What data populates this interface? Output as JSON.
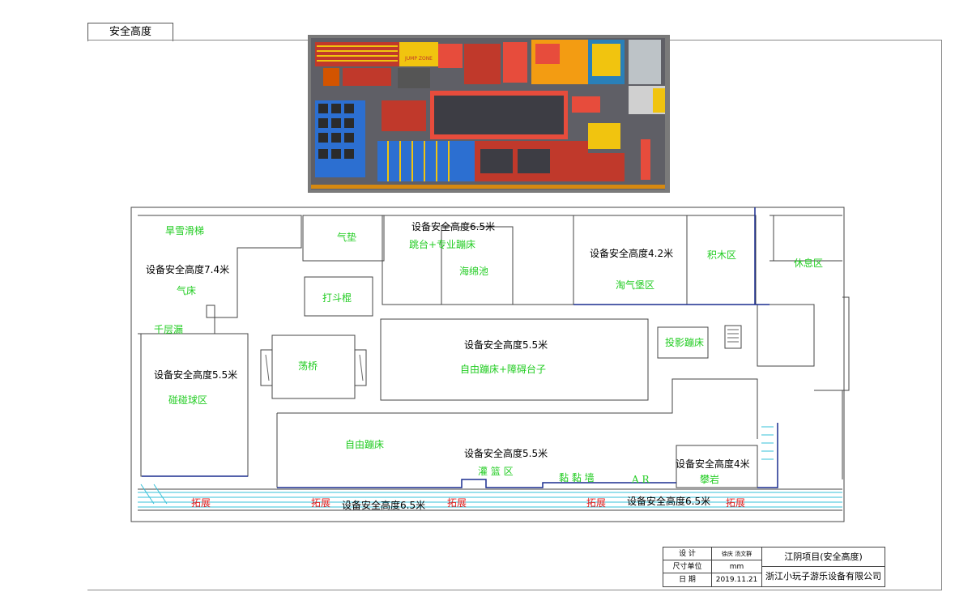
{
  "sheet_title": "安全高度",
  "zones": {
    "han_xue_hua_ti": "旱雪滑梯",
    "qi_dian": "气垫",
    "tiao_tai": "跳台+专业蹦床",
    "hai_mian_chi": "海绵池",
    "tao_qi_bao": "淘气堡区",
    "ji_mu": "积木区",
    "xiu_xi": "休息区",
    "qi_chuang": "气床",
    "da_dou_gun": "打斗棍",
    "qian_ceng_lou": "千层漏",
    "tou_ying_beng_chuang": "投影蹦床",
    "dang_qiao": "荡桥",
    "zi_you_zhang_ai": "自由蹦床+障碍台子",
    "peng_peng_qiu": "碰碰球区",
    "zi_you_beng_chuang": "自由蹦床",
    "guan_lan": "灌  篮  区",
    "nian_nian_qiang": "黏  黏  墙",
    "ar": "A   R",
    "pan_yan": "攀岩"
  },
  "heights": {
    "h_6_5_top": "设备安全高度6.5米",
    "h_4_2": "设备安全高度4.2米",
    "h_7_4": "设备安全高度7.4米",
    "h_5_5_center": "设备安全高度5.5米",
    "h_5_5_left": "设备安全高度5.5米",
    "h_5_5_bottom": "设备安全高度5.5米",
    "h_4": "设备安全高度4米",
    "h_6_5_bottom_left": "设备安全高度6.5米",
    "h_6_5_bottom_right": "设备安全高度6.5米"
  },
  "expansion": {
    "label_1": "拓展",
    "label_2": "拓展",
    "label_3": "拓展",
    "label_4": "拓展",
    "label_5": "拓展"
  },
  "title_block": {
    "design_label": "设      计",
    "design_value": "徐庆  汤文群",
    "unit_label": "尺寸单位",
    "unit_value": "mm",
    "date_label": "日      期",
    "date_value": "2019.11.21",
    "project": "江阴项目(安全高度)",
    "company": "浙江小玩子游乐设备有限公司"
  },
  "render_sign": "JUMP ZONE",
  "colors": {
    "wall": "#1a2d8f",
    "line": "#444444",
    "cyan": "#34c0d8",
    "green": "#22cc22",
    "red": "#e02020"
  }
}
